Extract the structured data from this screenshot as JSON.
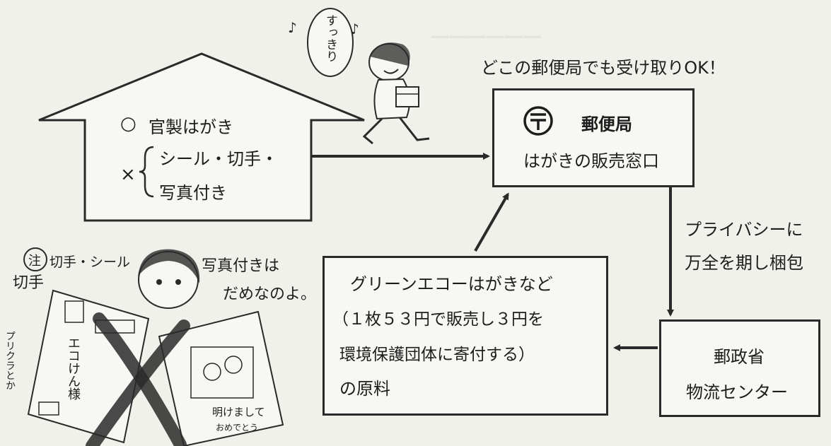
{
  "top_note": "どこの郵便局でも受け取りOK！",
  "house": {
    "ok_mark": "○",
    "ok_item": "官製はがき",
    "ng_mark": "×",
    "ng_line1": "シール・切手・",
    "ng_line2": "写真付き"
  },
  "post_office": {
    "name": "郵便局",
    "counter": "はがきの販売窓口"
  },
  "privacy_note": {
    "line1": "プライバシーに",
    "line2": "万全を期し梱包"
  },
  "center": {
    "line1": "郵政省",
    "line2": "物流センター"
  },
  "recycle": {
    "line1": "グリーンエコーはがきなど",
    "line2": "（１枚５３円で販売し３円を",
    "line3": "環境保護団体に寄付する）",
    "line4": "の原料"
  },
  "bubble_text": "すっきり",
  "hand_notes": {
    "note_mark": "注",
    "note_line1": "切手・シール",
    "note_line2": "写真付きは",
    "note_line3": "だめなのよ。",
    "kitte": "切手",
    "purikura": "プリクラとか",
    "card_text": "エコけん様",
    "card_text2": "明けまして",
    "card_text3": "おめでとう"
  },
  "colors": {
    "ink": "#1d1d1d",
    "paper": "#f1f1ec"
  }
}
